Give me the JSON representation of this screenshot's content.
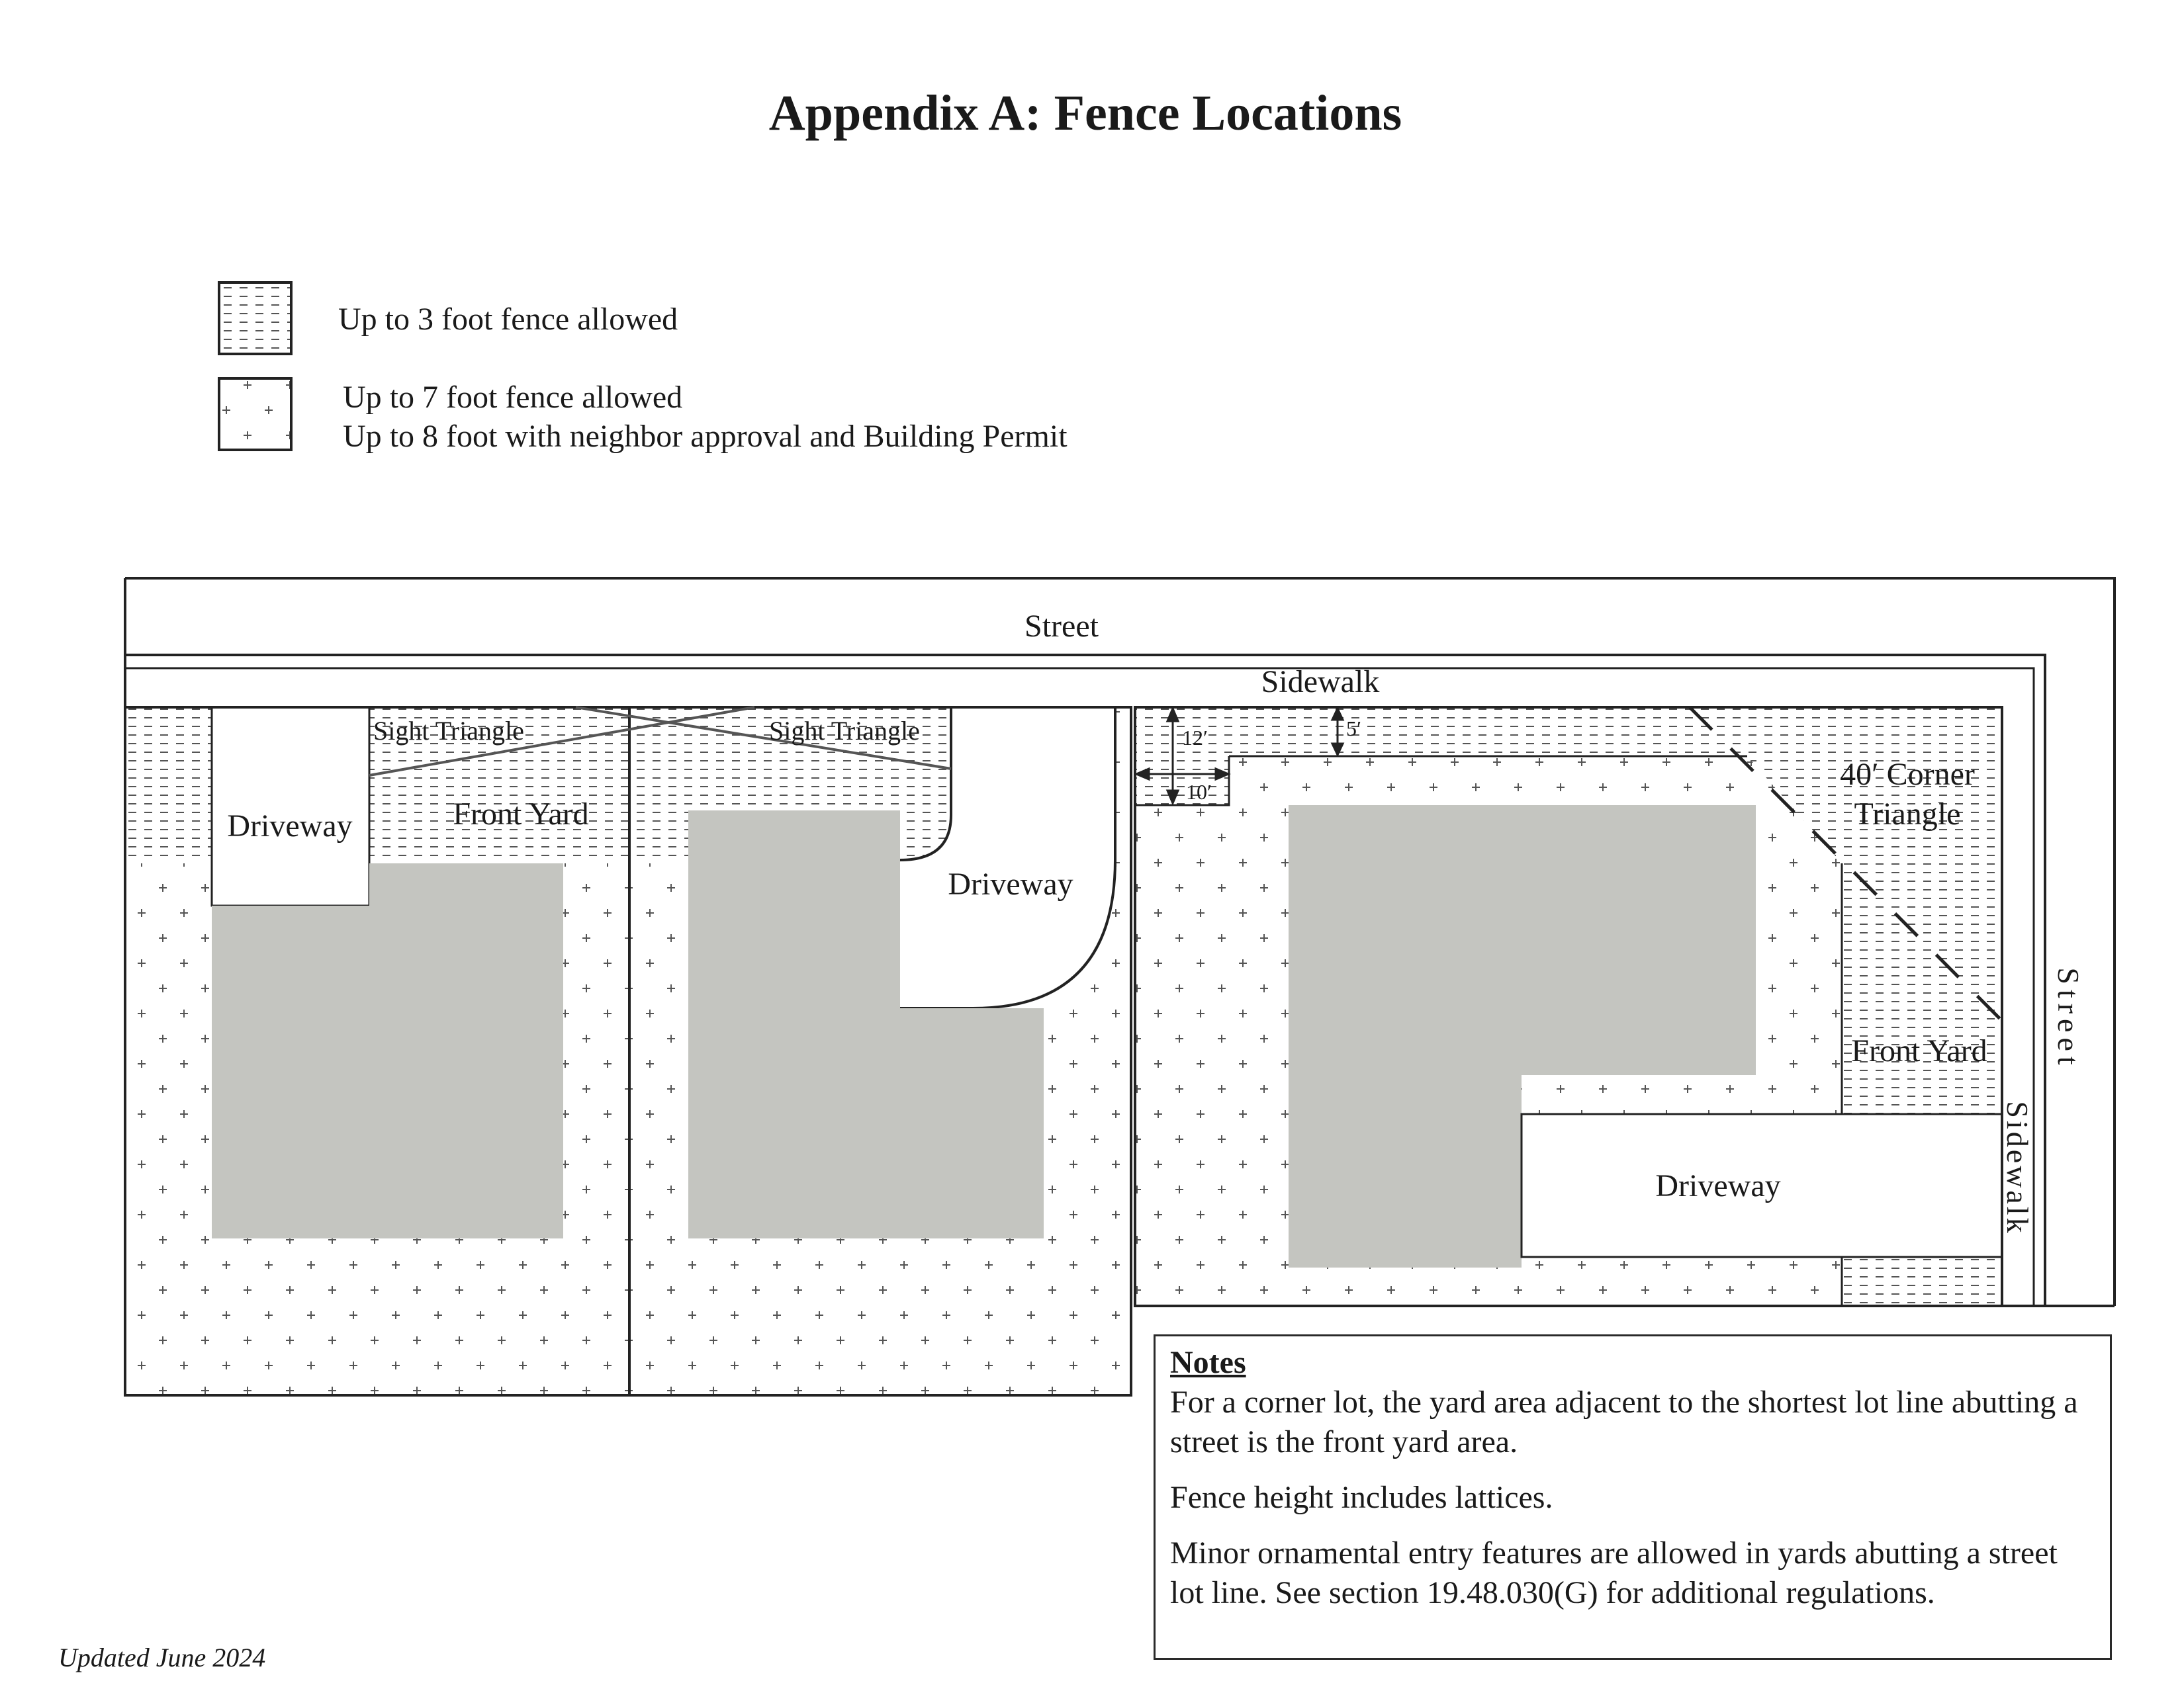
{
  "page": {
    "title": "Appendix A: Fence Locations",
    "footer": "Updated June 2024"
  },
  "legend": {
    "items": [
      {
        "pattern": "dashed-lines",
        "lines": [
          "Up to 3 foot fence allowed"
        ]
      },
      {
        "pattern": "plus-marks",
        "lines": [
          "Up to 7 foot fence allowed",
          "Up to 8 foot with neighbor approval and Building Permit"
        ]
      }
    ]
  },
  "diagram": {
    "street_top": "Street",
    "sidewalk_top": "Sidewalk",
    "street_right": "Street",
    "sidewalk_right": "Sidewalk",
    "lot1": {
      "driveway": "Driveway",
      "front_yard": "Front Yard",
      "sight_triangle": "Sight Triangle"
    },
    "lot2": {
      "driveway": "Driveway",
      "sight_triangle": "Sight Triangle"
    },
    "corner_lot": {
      "dim_12": "12′",
      "dim_10": "10′",
      "dim_5": "5′",
      "corner_triangle_line1": "40′ Corner",
      "corner_triangle_line2": "Triangle",
      "front_yard": "Front Yard",
      "driveway": "Driveway"
    },
    "colors": {
      "building": "#c4c5c0",
      "line": "#1f1f1f",
      "pattern": "#555555"
    }
  },
  "notes": {
    "heading": "Notes",
    "items": [
      "For a corner lot, the yard area adjacent to the shortest lot line abutting a street is the front yard area.",
      "Fence height includes lattices.",
      "Minor ornamental entry features are allowed in yards abutting a street lot line. See section 19.48.030(G) for additional regulations."
    ]
  }
}
